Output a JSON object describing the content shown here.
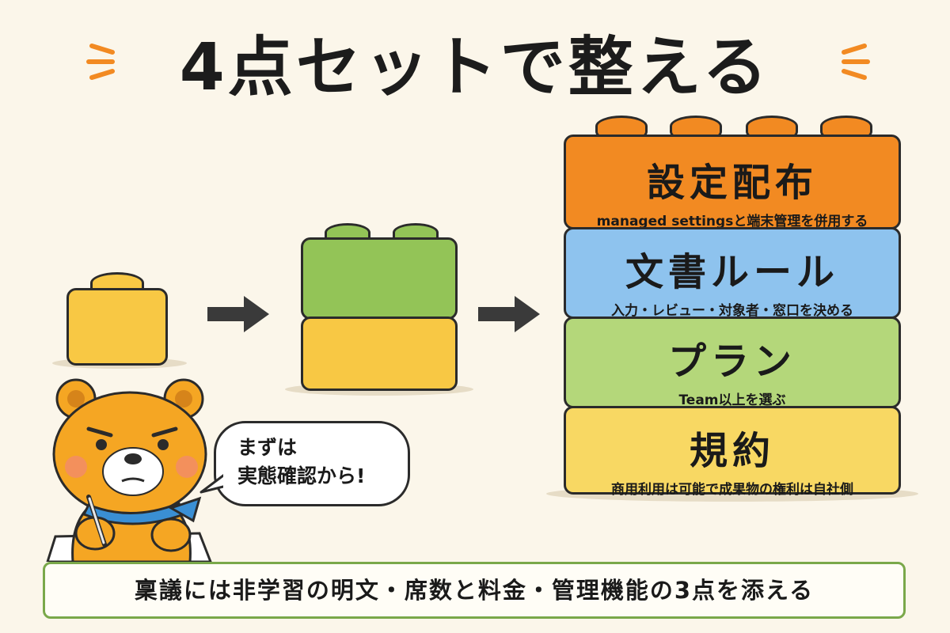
{
  "title": "4点セットで整える",
  "speech_bubble": [
    "まずは",
    "実態確認から!"
  ],
  "stack_layers": [
    {
      "title": "設定配布",
      "subtitle": "managed settingsと端末管理を併用する",
      "color": "#f28a22"
    },
    {
      "title": "文書ルール",
      "subtitle": "入力・レビュー・対象者・窓口を決める",
      "color": "#8ec3ee"
    },
    {
      "title": "プラン",
      "subtitle": "Team以上を選ぶ",
      "color": "#b4d77a"
    },
    {
      "title": "規約",
      "subtitle": "商用利用は可能で成果物の権利は自社側",
      "color": "#f8d863"
    }
  ],
  "footer_note": "稟議には非学習の明文・席数と料金・管理機能の3点を添える",
  "colors": {
    "background": "#fbf6ea",
    "yellow_block": "#f8c844",
    "green_block": "#93c457",
    "accent_spark": "#f28a22",
    "footer_border": "#7aa84a"
  }
}
